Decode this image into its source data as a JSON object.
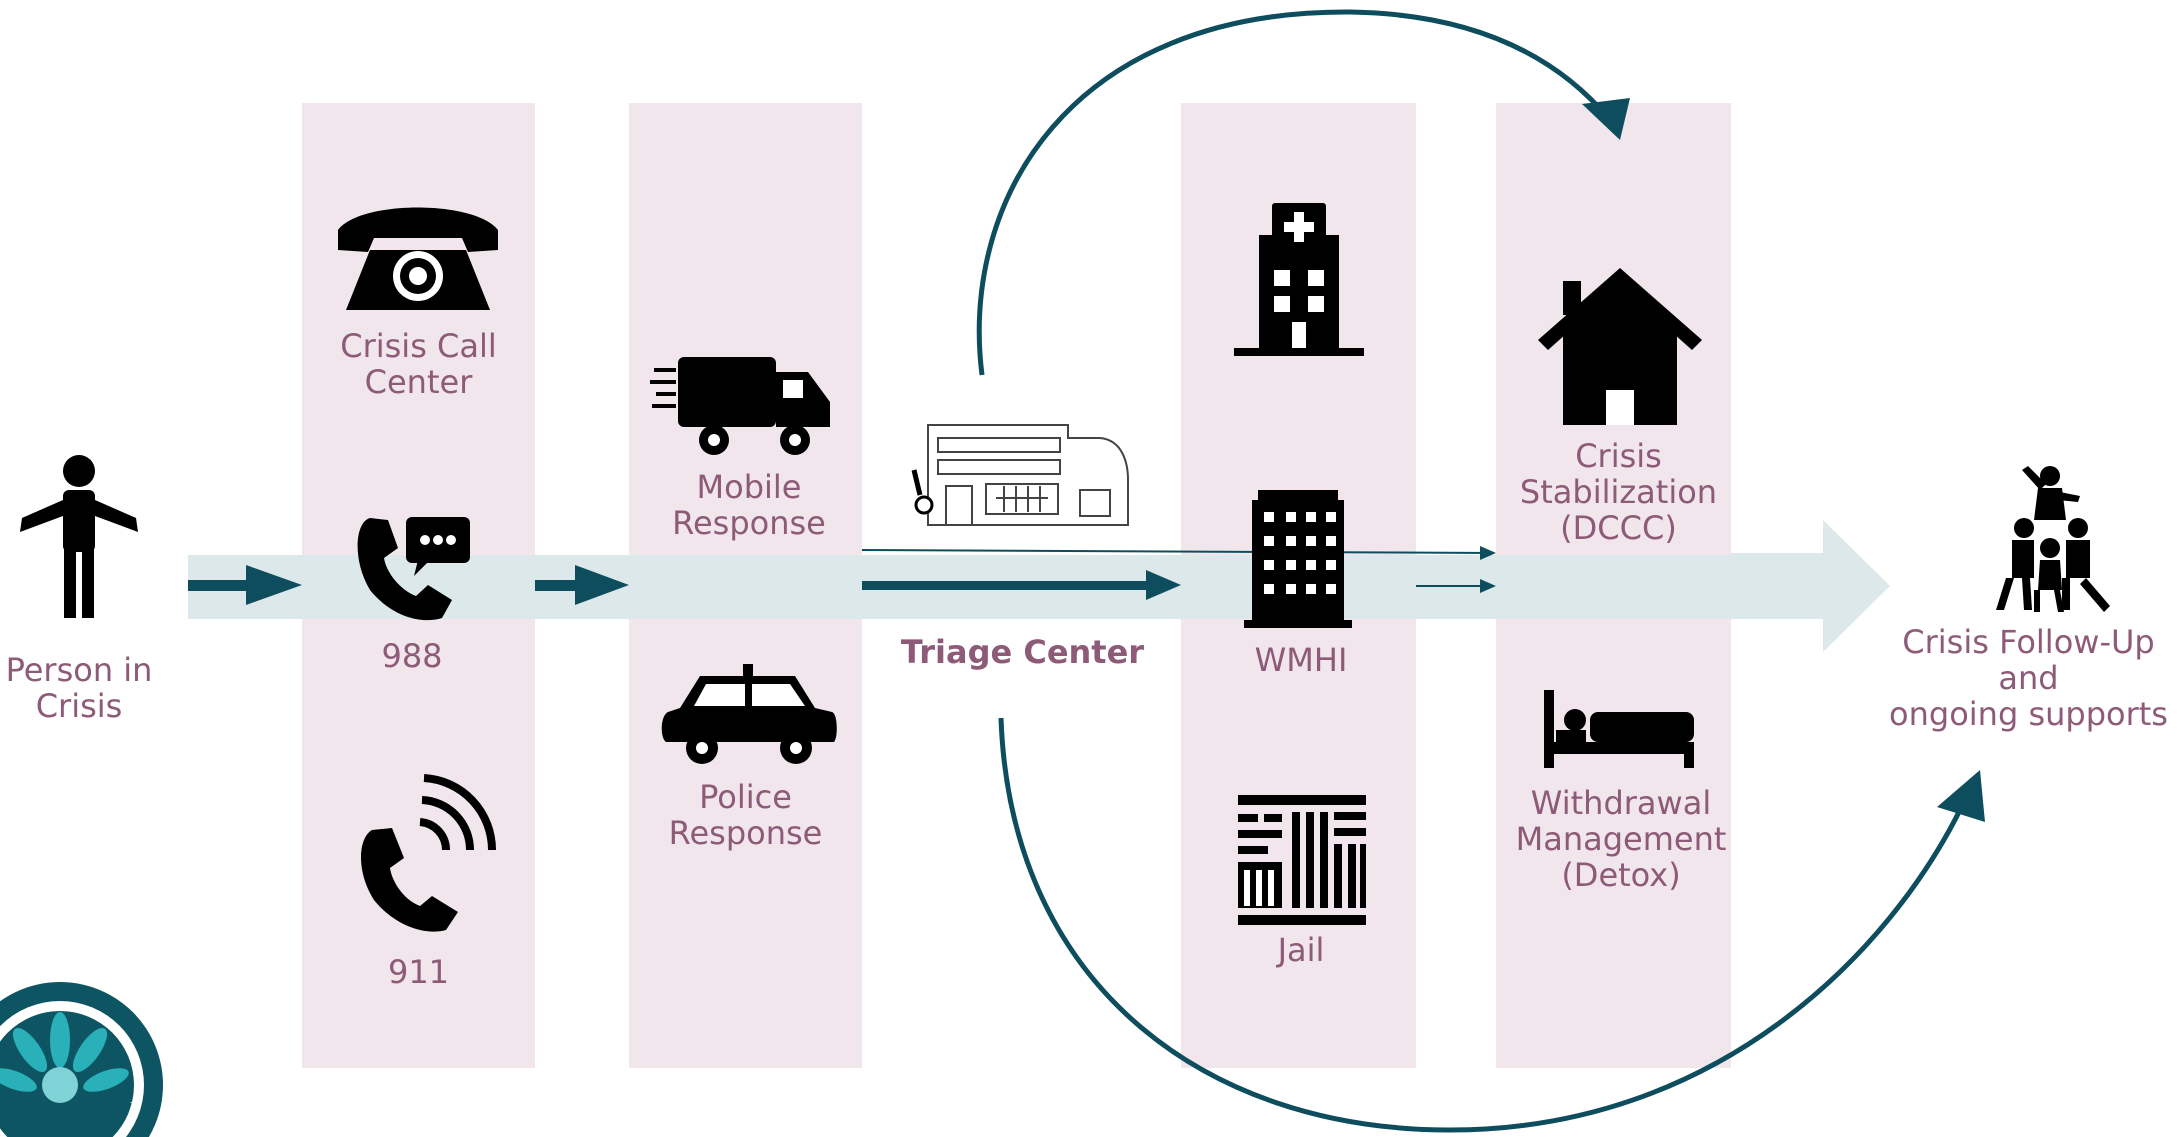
{
  "colors": {
    "column_fill": "#f0e6ec",
    "flow_band": "#dce8ea",
    "arrow_dark": "#0e4d5e",
    "label_mauve": "#8d5a78",
    "icon_black": "#000000"
  },
  "labels": {
    "person": "Person in\nCrisis",
    "crisis_call_center": "Crisis Call\nCenter",
    "n988": "988",
    "n911": "911",
    "mobile_response": "Mobile\nResponse",
    "police_response": "Police\nResponse",
    "triage_center": "Triage Center",
    "wmhi": "WMHI",
    "jail": "Jail",
    "crisis_stabilization": "Crisis\nStabilization\n(DCCC)",
    "withdrawal": "Withdrawal\nManagement\n(Detox)",
    "followup": "Crisis Follow-Up and\nongoing supports"
  },
  "icons": [
    "person-icon",
    "rotary-phone-icon",
    "phone-chat-icon",
    "phone-ringing-icon",
    "ambulance-icon",
    "police-car-icon",
    "triage-building-icon",
    "hospital-icon",
    "office-building-icon",
    "jail-icon",
    "house-icon",
    "bed-icon",
    "group-support-icon",
    "agency-seal-logo"
  ]
}
